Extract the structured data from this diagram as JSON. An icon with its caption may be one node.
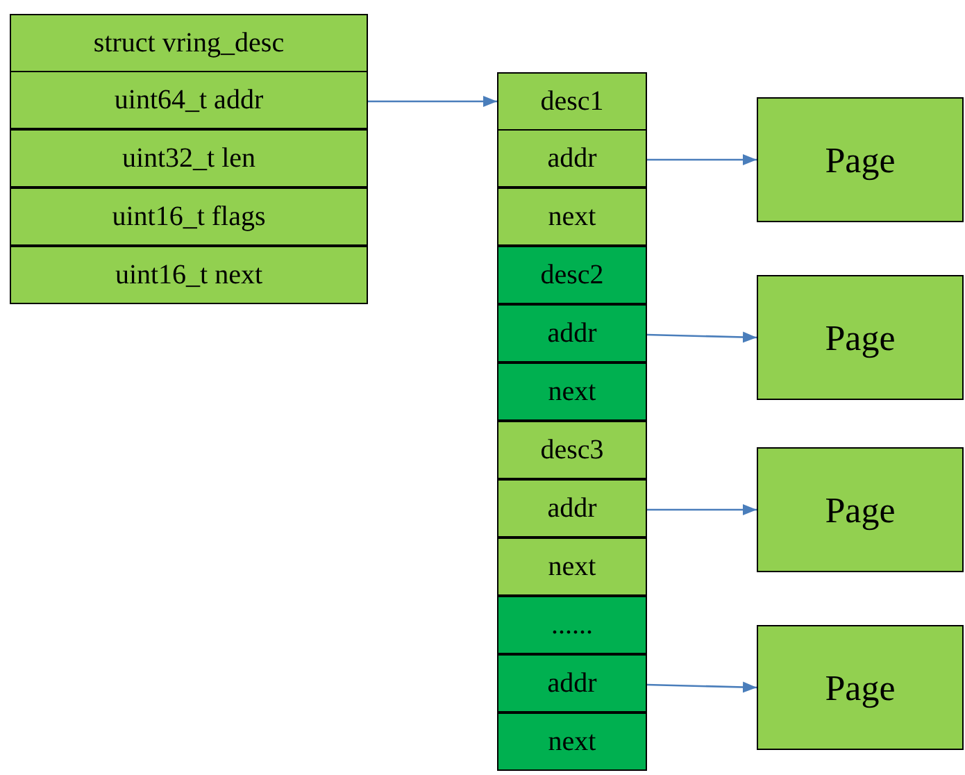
{
  "diagram": {
    "nodes": [
      {
        "text": [
          "struct vring_desc"
        ]
      },
      {
        "text": [
          "uint64_t addr"
        ]
      },
      {
        "text": [
          "uint32_t len"
        ]
      },
      {
        "text": [
          "uint16_t flags"
        ]
      },
      {
        "text": [
          "uint16_t next"
        ]
      },
      {
        "text": [
          "desc1"
        ]
      },
      {
        "text": [
          "addr"
        ]
      },
      {
        "text": [
          "next"
        ]
      },
      {
        "text": [
          "desc2"
        ]
      },
      {
        "text": [
          "addr"
        ]
      },
      {
        "text": [
          "next"
        ]
      },
      {
        "text": [
          "desc3"
        ]
      },
      {
        "text": [
          "addr"
        ]
      },
      {
        "text": [
          "next"
        ]
      },
      {
        "text": [
          "......"
        ]
      },
      {
        "text": [
          "addr"
        ]
      },
      {
        "text": [
          "next"
        ]
      },
      {
        "text": [
          "Page"
        ]
      },
      {
        "text": [
          "Page"
        ]
      },
      {
        "text": [
          "Page"
        ]
      },
      {
        "text": [
          "Page"
        ]
      }
    ],
    "edges": [
      {
        "from": 1,
        "to": 5,
        "arrow": "to"
      },
      {
        "from": 6,
        "to": 17,
        "arrow": "to"
      },
      {
        "from": 9,
        "to": 18,
        "arrow": "to"
      },
      {
        "from": 12,
        "to": 19,
        "arrow": "to"
      },
      {
        "from": 15,
        "to": 20,
        "arrow": "to"
      }
    ]
  }
}
